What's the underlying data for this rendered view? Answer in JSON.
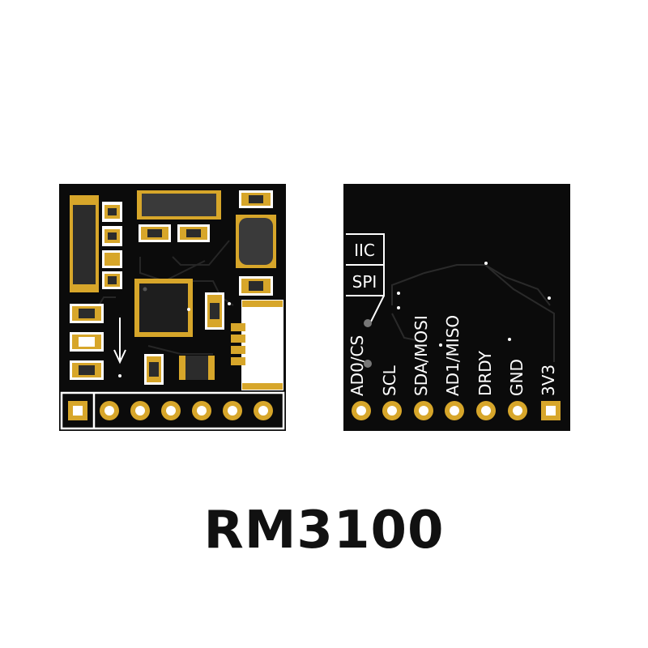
{
  "module": {
    "title": "RM3100"
  },
  "back_board": {
    "interface_box": [
      "IIC",
      "SPI"
    ],
    "pins": [
      "AD0/CS",
      "SCL",
      "SDA/MOSI",
      "AD1/MISO",
      "DRDY",
      "GND",
      "3V3"
    ]
  },
  "colors": {
    "pcb": "#0b0b0b",
    "gold": "#d7a62a",
    "silkscreen": "#ffffff",
    "component_body": "#2c2c2c"
  }
}
